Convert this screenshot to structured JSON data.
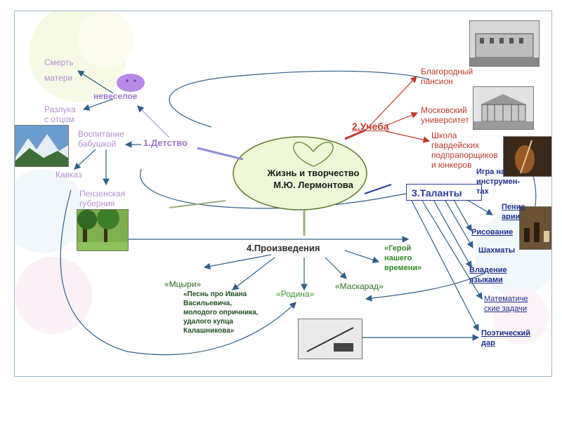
{
  "center": {
    "line1": "Жизнь и творчество",
    "line2": "М.Ю. Лермонтова"
  },
  "branches": {
    "childhood": "1.Детство",
    "study": "2.Учеба",
    "talents": "3.Таланты",
    "works": "4.Произведения"
  },
  "childhood_items": {
    "death": "Смерть\nматери",
    "sad": "невеселое",
    "separation": "Разлука\nс отцом",
    "upbringing": "Воспитание\nбабушкой",
    "caucasus": "Кавказ",
    "penza": "Пензенская\nгуберния"
  },
  "study_items": {
    "pension": "Благородный\nпансион",
    "university": "Московский\nуниверситет",
    "school": "Школа\nгвардейских\nподпрапорщиков\nи юнкеров"
  },
  "talent_items": {
    "instruments": "Игра на\nинструмен-\nтах",
    "singing": "Пение\nарии",
    "drawing": "Рисование",
    "chess": "Шахматы",
    "languages": "Владение\nязыками",
    "math": "Математиче\nские задачи",
    "poetic": "Поэтический\nдар"
  },
  "work_items": {
    "mtsyri": "«Мцыри»",
    "song": "«Песнь про Ивана\nВасильевича,\nмолодого опричника,\nудалого купца\nКалашникова»",
    "rodina": "«Родина»",
    "masquerade": "«Маскарад»",
    "hero": "«Герой\nнашего\nвремени»"
  },
  "colors": {
    "childhood": "#b48fd3",
    "study": "#c0392b",
    "talents": "#2b3d9c",
    "works": "#2f8a24",
    "center_fill": "#eef7d8",
    "arrow": "#2d5f8a"
  }
}
